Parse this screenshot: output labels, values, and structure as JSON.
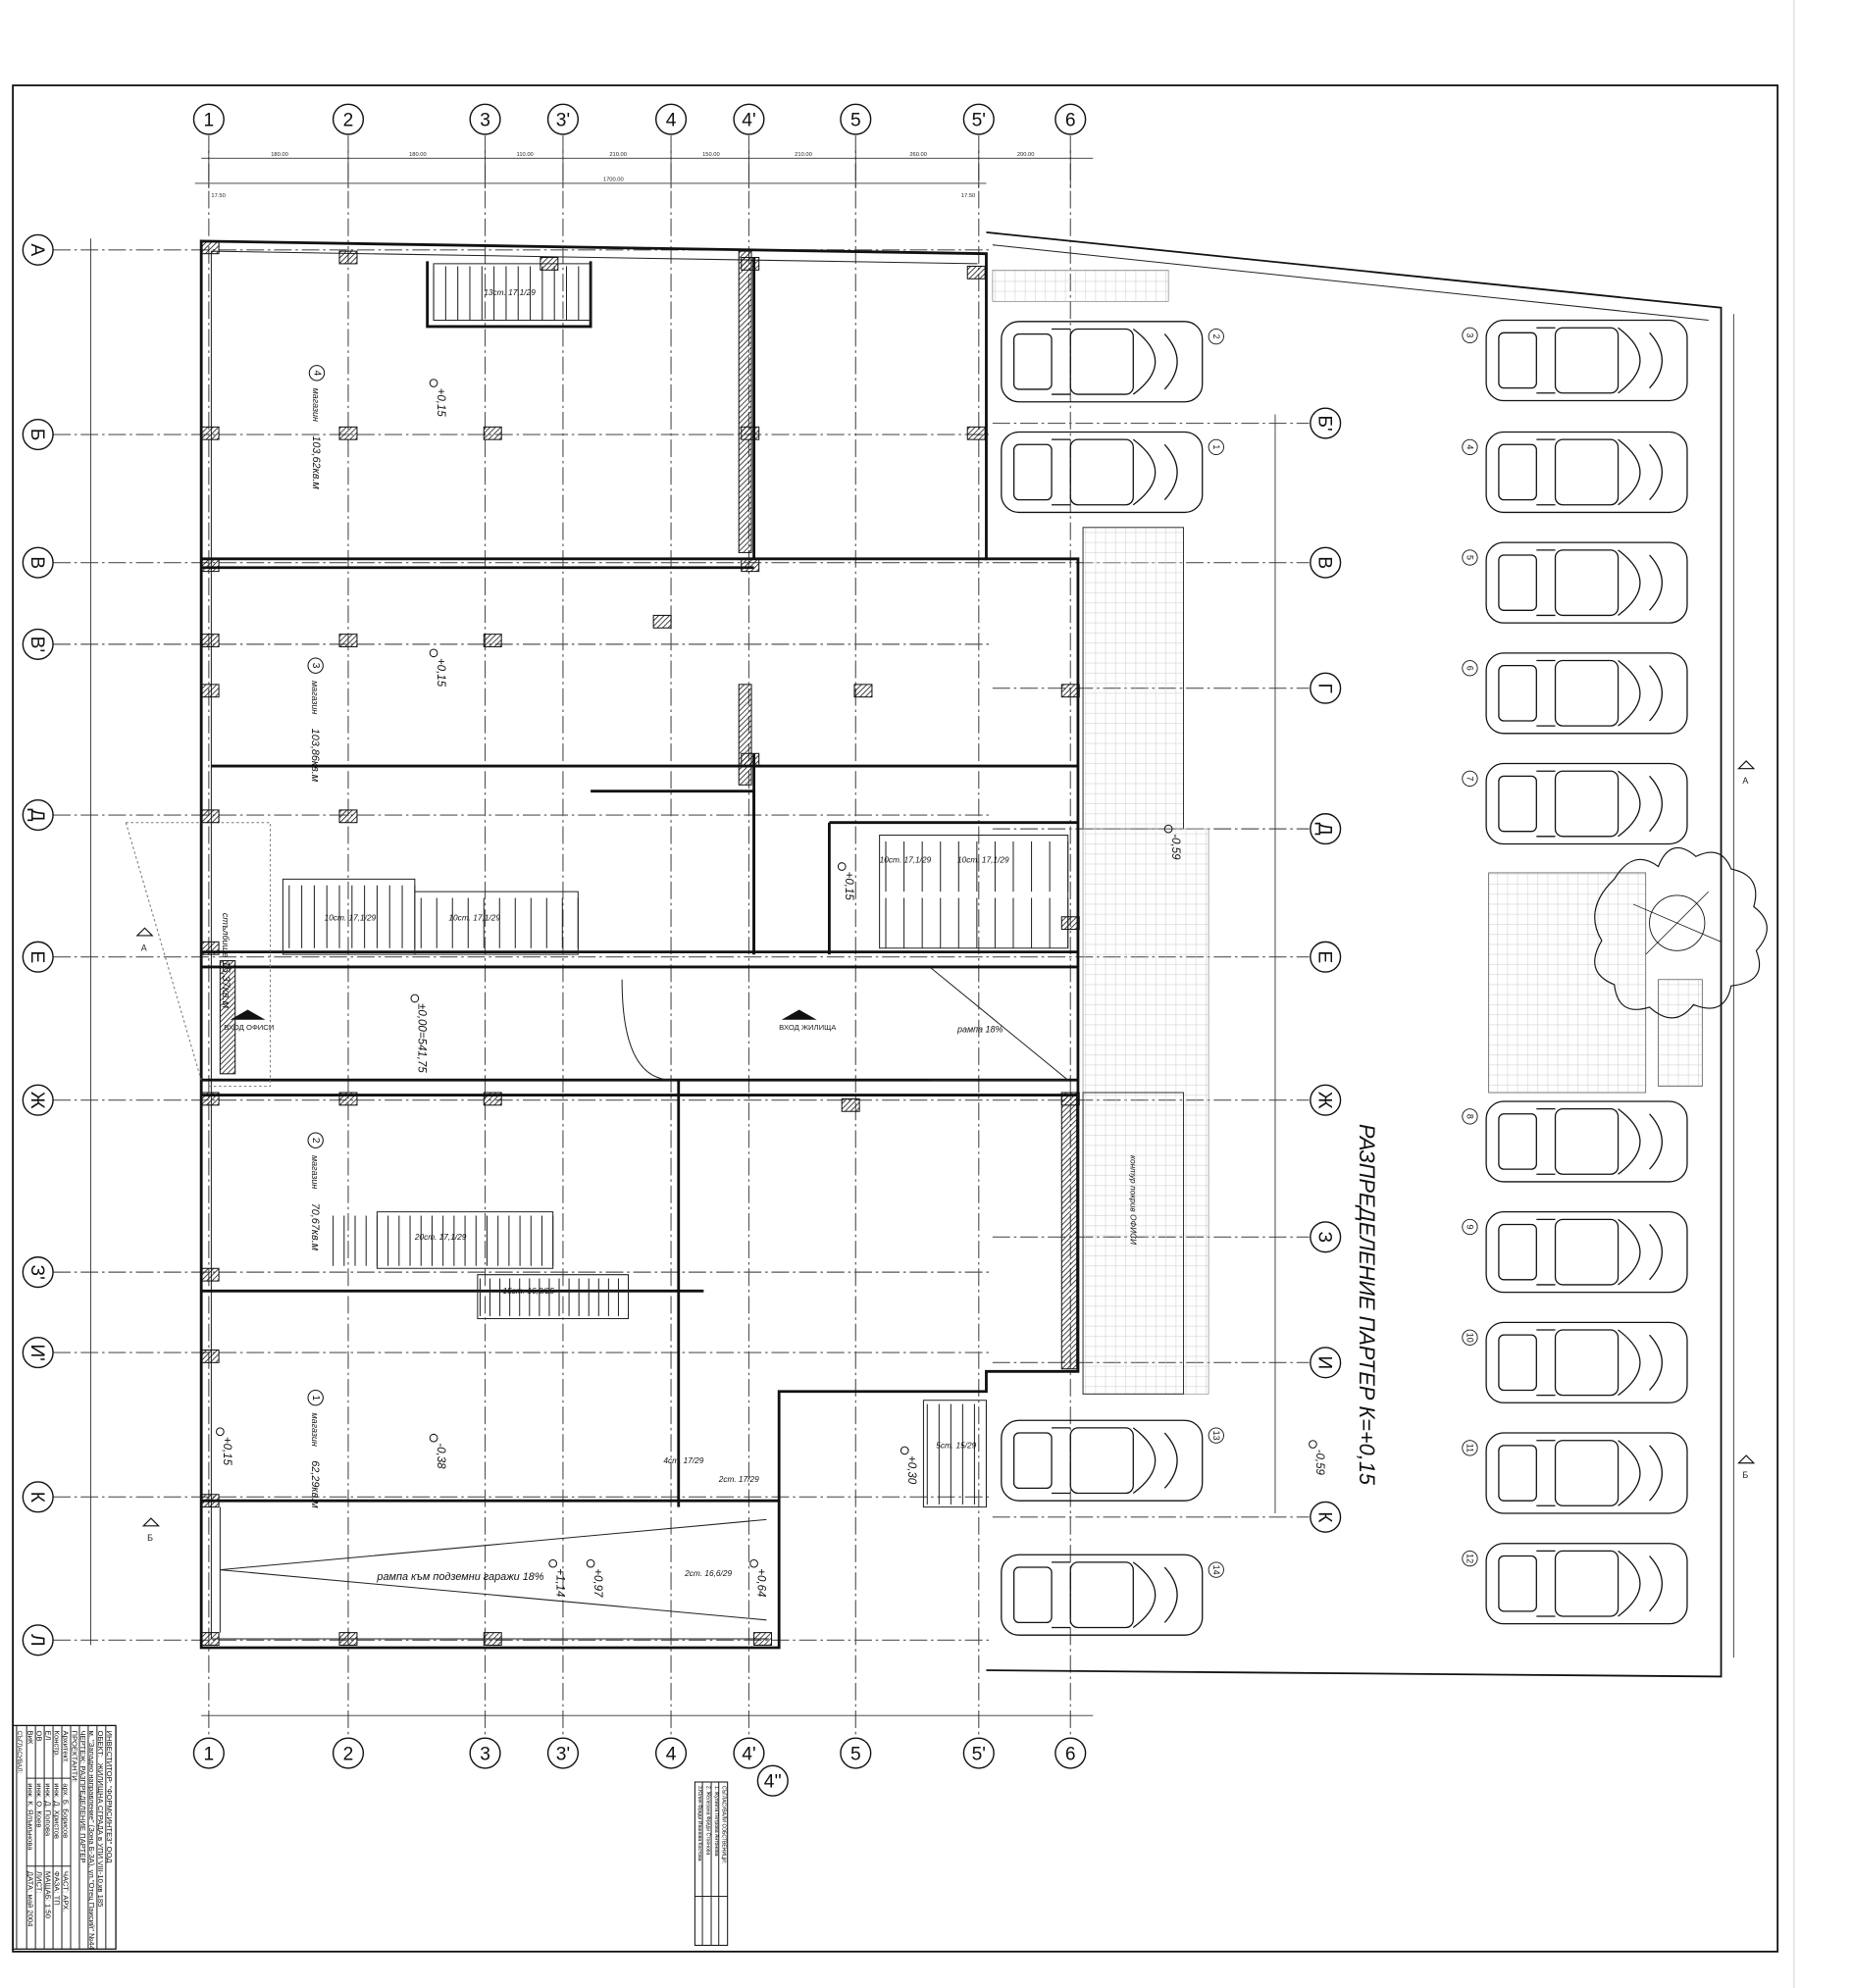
{
  "drawing": {
    "title": "РАЗПРЕДЕЛЕНИЕ ПАРТЕР  К=+0,15",
    "axes_columns": [
      "1",
      "2",
      "3",
      "3'",
      "4",
      "4'",
      "5",
      "5'",
      "6"
    ],
    "axis_extra_bottom": "4''",
    "axes_rows_left": [
      "А",
      "Б",
      "В",
      "В'",
      "Д",
      "Е",
      "Ж",
      "З'",
      "И'",
      "К",
      "Л"
    ],
    "axes_rows_right": [
      "Б'",
      "В",
      "Г",
      "Д",
      "Е",
      "Ж",
      "З",
      "И",
      "К"
    ],
    "top_dimensions": [
      "180.00",
      "180.00",
      "110.00",
      "210.00",
      "150.00",
      "210.00",
      "260.00",
      "200.00"
    ],
    "top_total": "1700.00",
    "top_offset": "17.50",
    "section_marks": [
      "А",
      "А",
      "Б",
      "Б"
    ]
  },
  "rooms": [
    {
      "num": "4",
      "name": "магазин",
      "area": "103,62кв.м"
    },
    {
      "num": "3",
      "name": "магазин",
      "area": "103,86кв.м"
    },
    {
      "num": "2",
      "name": "магазин",
      "area": "70,67кв.м"
    },
    {
      "num": "1",
      "name": "магазин",
      "area": "62,29кв.м"
    },
    {
      "num": "",
      "name": "стълбище",
      "area": "15,37кв.м"
    }
  ],
  "labels": {
    "entry_offices": "ВХОД ОФИСИ",
    "entry_homes": "ВХОД ЖИЛИЩА",
    "ramp": "рампа 18%",
    "ramp_garage": "рампа към подземни гаражи 18%",
    "roof_contour": "контур покрив ОФИСИ"
  },
  "levels": [
    "+0,15",
    "+0,15",
    "±0,00=541,75",
    "-0,59",
    "-0,38",
    "+1,14",
    "+0,97",
    "+0,64",
    "+0,30",
    "-0,59",
    "+0,15",
    "+0,15"
  ],
  "stairs": [
    "13ст. 17,1/29",
    "10ст. 17,1/29",
    "10ст. 17,1/29",
    "10ст. 17,1/29",
    "10ст. 17,1/29",
    "20ст. 17,1/29",
    "15ст. 16,8/25",
    "4ст. 17/29",
    "2ст. 17/29",
    "2ст. 16,6/29",
    "5ст. 15/29"
  ],
  "parking": {
    "left_numbers": [
      "2",
      "1",
      "13",
      "14"
    ],
    "right_numbers": [
      "3",
      "4",
      "5",
      "6",
      "7",
      "8",
      "9",
      "10",
      "11",
      "12"
    ]
  },
  "title_block": {
    "approved": "СЪГЛАСУВАЛ:",
    "investor_label": "ИНВЕСТИТОР:",
    "investor": "\"ФОРМСИНТЕЗ\" ООД",
    "object_label": "ОБЕКТ:",
    "object": "ЖИЛИЩНА СГРАДА в УПИ VIII-10,кв 185",
    "object_line2": "м. \"Западно направление\" (Зона Б-3А), ул.\"Отец Паисий\" №44",
    "drawing_label": "ЧЕРТЕЖ:",
    "drawing": "РАЗПРЕДЕЛЕНИЕ ПАРТЕР",
    "designers_label": "ПРОЕКТАНТИ:",
    "designers": [
      {
        "part": "Архитект.",
        "name": "арх. Б. Борисов"
      },
      {
        "part": "Констр.",
        "name": "инж. Д. Христов"
      },
      {
        "part": "ЕЛ",
        "name": "инж. Д. Попова"
      },
      {
        "part": "ОВ",
        "name": "инж. О. Коев"
      },
      {
        "part": "ВиК",
        "name": "инж. К. Ялъмънова"
      }
    ],
    "part": "ЧАСТ:  АРХ.",
    "phase": "ФАЗА:  ТП",
    "scale": "МАЩАБ:  1:50",
    "sheet": "ЛИСТ:",
    "date": "ДАТА:  май 2004"
  },
  "owners_block": {
    "heading": "СЪГЛАСУВАЛИ СОБСТВЕНИЦИ:",
    "owners": [
      "1. Жулиета Петрова Антонова",
      "2. Железана Фреди Стоянова",
      "3.Юлия Фреди Иванова Костова"
    ]
  }
}
